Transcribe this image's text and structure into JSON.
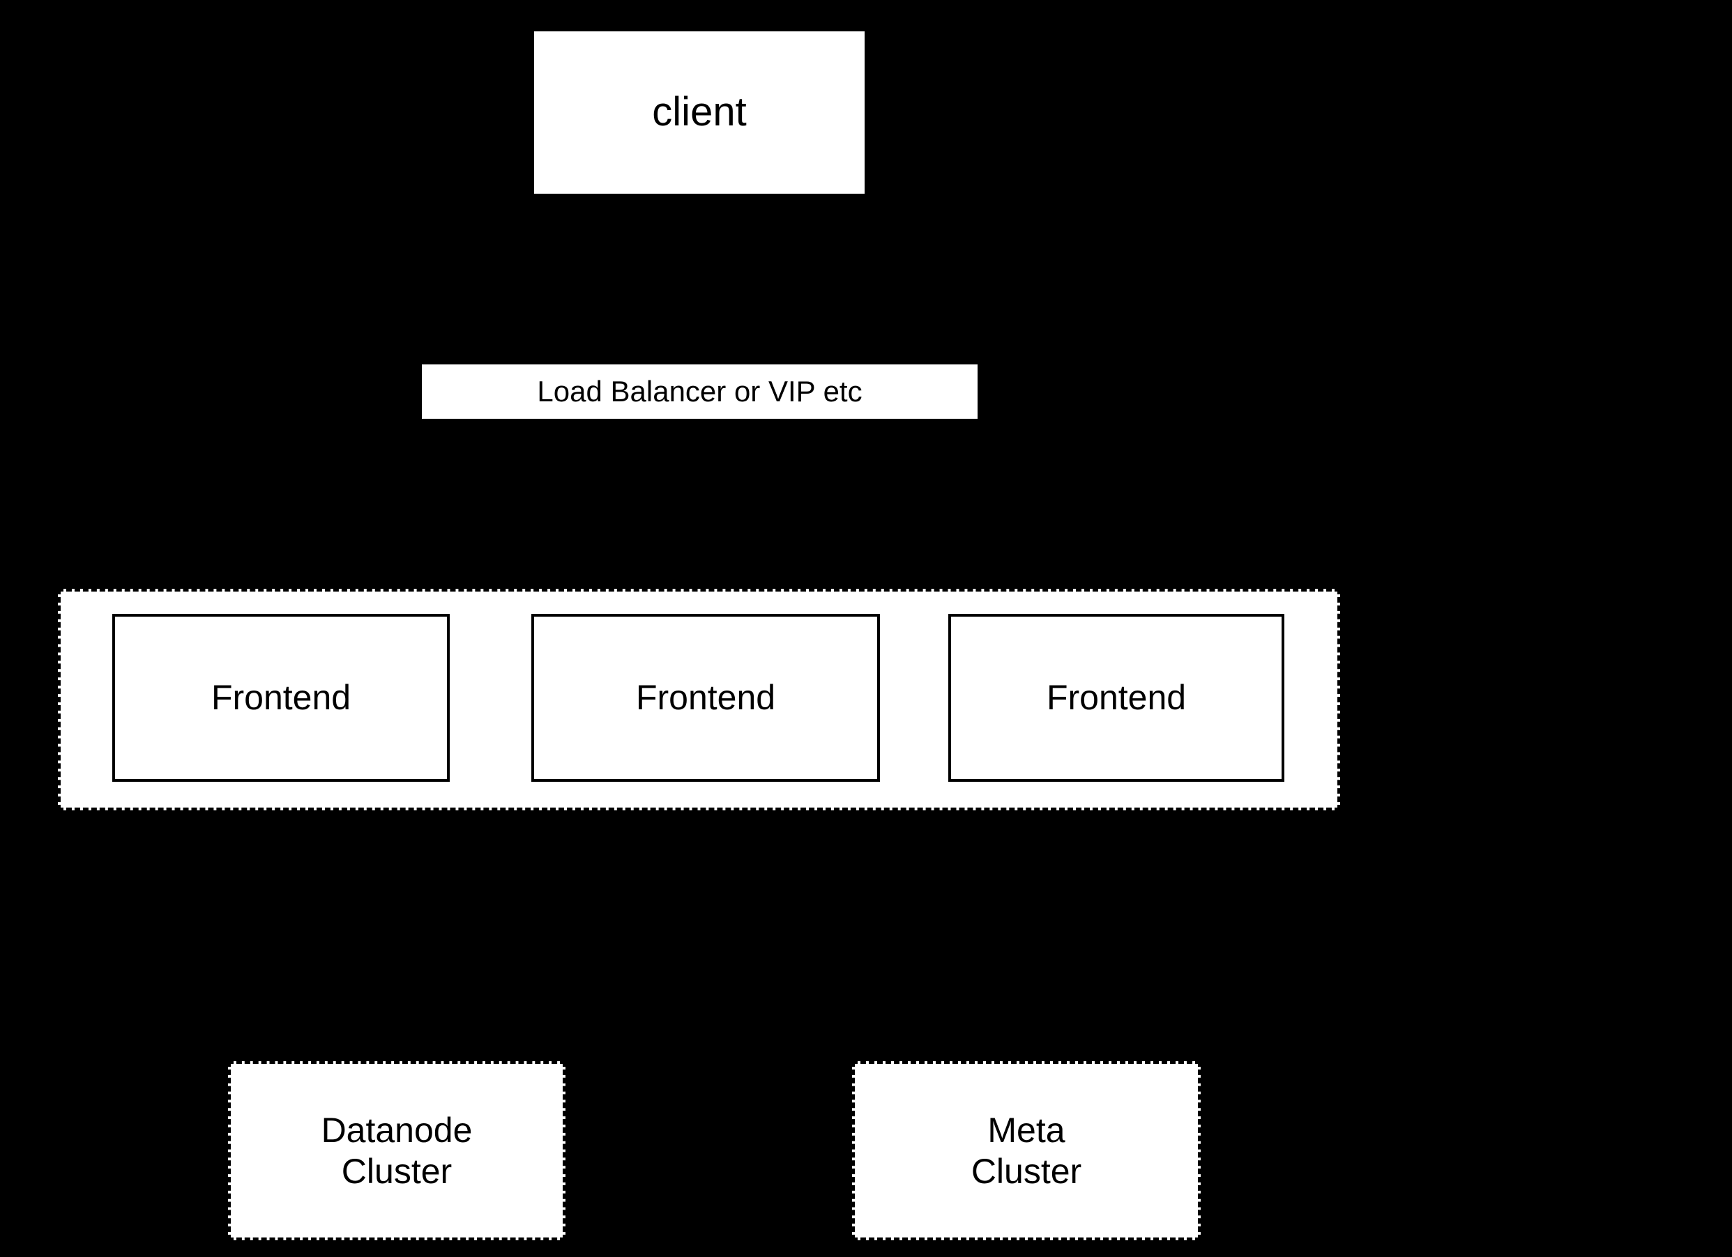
{
  "diagram": {
    "background_color": "#000000",
    "node_fill_color": "#ffffff",
    "stroke_color": "#000000",
    "nodes": {
      "client": {
        "label": "client",
        "style": "plain"
      },
      "load_balancer": {
        "label": "Load Balancer or VIP etc",
        "style": "plain"
      },
      "frontend_group": {
        "label": "",
        "style": "dashed"
      },
      "frontends": [
        {
          "label": "Frontend",
          "style": "solid"
        },
        {
          "label": "Frontend",
          "style": "solid"
        },
        {
          "label": "Frontend",
          "style": "solid"
        }
      ],
      "datanode_cluster": {
        "label": "Datanode\nCluster",
        "style": "dashed"
      },
      "meta_cluster": {
        "label": "Meta\nCluster",
        "style": "dashed"
      }
    }
  }
}
